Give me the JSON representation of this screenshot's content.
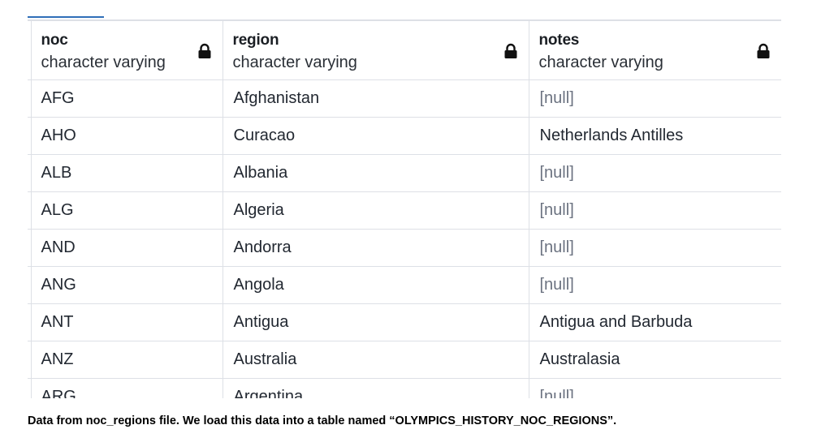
{
  "grid": {
    "columns": [
      {
        "name": "noc",
        "type": "character varying",
        "lock_icon": "lock-icon"
      },
      {
        "name": "region",
        "type": "character varying",
        "lock_icon": "lock-icon"
      },
      {
        "name": "notes",
        "type": "character varying",
        "lock_icon": "lock-icon"
      }
    ],
    "rows": [
      {
        "noc": "AFG",
        "region": "Afghanistan",
        "notes": "[null]"
      },
      {
        "noc": "AHO",
        "region": "Curacao",
        "notes": "Netherlands Antilles"
      },
      {
        "noc": "ALB",
        "region": "Albania",
        "notes": "[null]"
      },
      {
        "noc": "ALG",
        "region": "Algeria",
        "notes": "[null]"
      },
      {
        "noc": "AND",
        "region": "Andorra",
        "notes": "[null]"
      },
      {
        "noc": "ANG",
        "region": "Angola",
        "notes": "[null]"
      },
      {
        "noc": "ANT",
        "region": "Antigua",
        "notes": "Antigua and Barbuda"
      },
      {
        "noc": "ANZ",
        "region": "Australia",
        "notes": "Australasia"
      },
      {
        "noc": "ARG",
        "region": "Argentina",
        "notes": "[null]"
      }
    ],
    "null_color": "#6b7280",
    "accent_color": "#2f6fb8"
  },
  "caption": "Data from noc_regions file. We load this data into a table named “OLYMPICS_HISTORY_NOC_REGIONS”."
}
